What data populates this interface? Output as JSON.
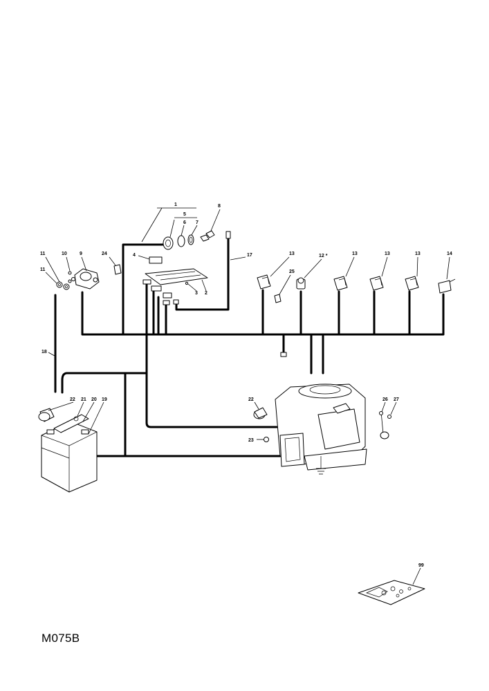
{
  "diagram_code": "M075B",
  "callouts": {
    "p1": "1",
    "p2": "2",
    "p3": "3",
    "p4": "4",
    "p5": "5",
    "p6": "6",
    "p7": "7",
    "p8": "8",
    "p9": "9",
    "p10": "10",
    "p11a": "11",
    "p11b": "11",
    "p12": "12 *",
    "p13a": "13",
    "p13b": "13",
    "p13c": "13",
    "p13d": "13",
    "p14": "14",
    "p17": "17",
    "p18": "18",
    "p19": "19",
    "p20": "20",
    "p21": "21",
    "p22a": "22",
    "p22b": "22",
    "p23": "23",
    "p24": "24",
    "p25": "25",
    "p26": "26",
    "p27": "27",
    "p99": "99"
  }
}
